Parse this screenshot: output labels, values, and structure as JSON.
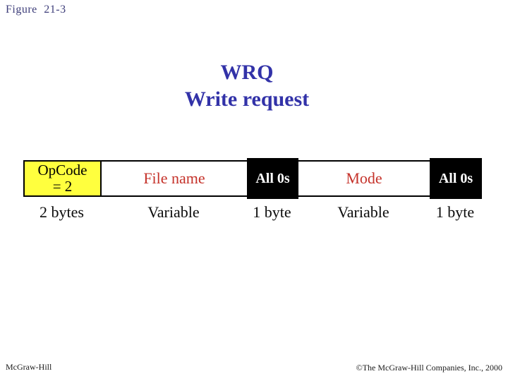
{
  "figure_label": "Figure  21-3",
  "title": {
    "line1": "WRQ",
    "line2": "Write request"
  },
  "diagram": {
    "fields": [
      {
        "line1": "OpCode",
        "line2": "= 2",
        "size": "2 bytes",
        "fill": "yellow"
      },
      {
        "label": "File name",
        "size": "Variable",
        "fill": "white"
      },
      {
        "label": "All 0s",
        "size": "1 byte",
        "fill": "black"
      },
      {
        "label": "Mode",
        "size": "Variable",
        "fill": "white"
      },
      {
        "label": "All 0s",
        "size": "1 byte",
        "fill": "black"
      }
    ]
  },
  "footer": {
    "left": "McGraw-Hill",
    "right": "©The McGraw-Hill Companies, Inc., 2000"
  },
  "colors": {
    "title-blue": "#3232A8",
    "figure-label": "#3E3E7A",
    "field-red": "#C5322A",
    "yellow": "#FFFF3E",
    "box-black": "#000000"
  }
}
